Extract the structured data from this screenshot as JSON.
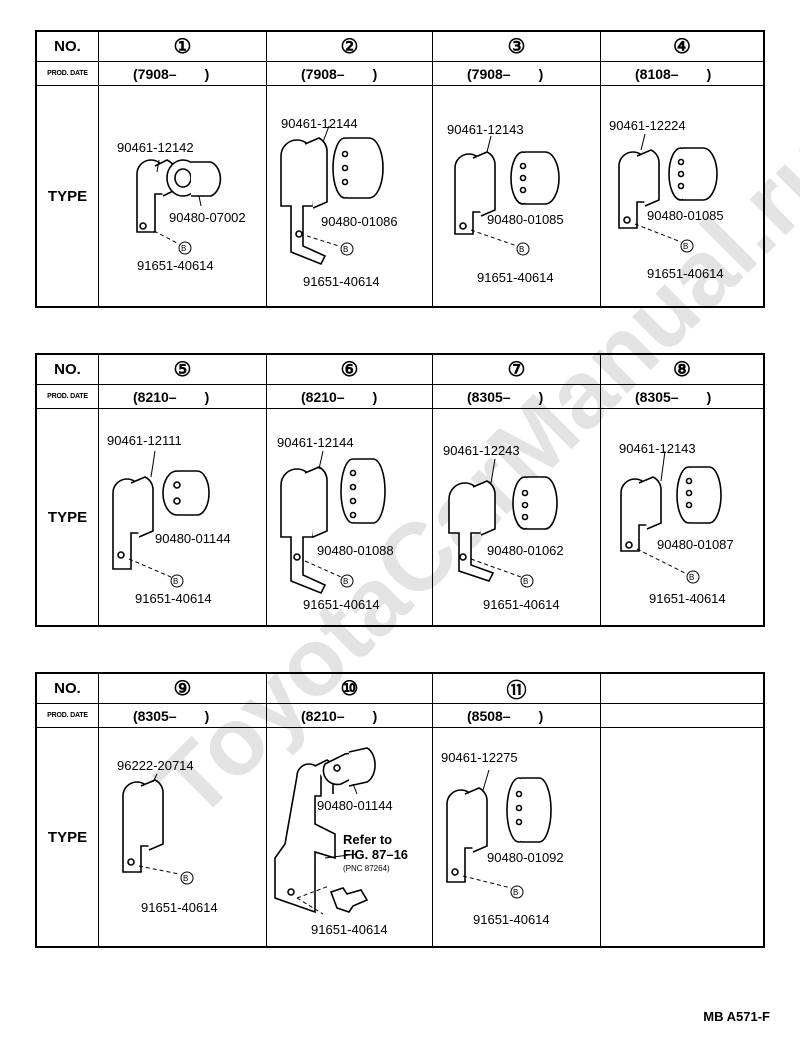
{
  "watermark": "ToyotaCarManual.ru",
  "labels": {
    "no": "NO.",
    "prod_date": "PROD. DATE",
    "type": "TYPE"
  },
  "tables": [
    {
      "items": [
        {
          "num": "①",
          "date": "(7908–　　)",
          "clamp": "90461-12142",
          "cushion": "90480-07002",
          "bolt": "91651-40614"
        },
        {
          "num": "②",
          "date": "(7908–　　)",
          "clamp": "90461-12144",
          "cushion": "90480-01086",
          "bolt": "91651-40614"
        },
        {
          "num": "③",
          "date": "(7908–　　)",
          "clamp": "90461-12143",
          "cushion": "90480-01085",
          "bolt": "91651-40614"
        },
        {
          "num": "④",
          "date": "(8108–　　)",
          "clamp": "90461-12224",
          "cushion": "90480-01085",
          "bolt": "91651-40614"
        }
      ]
    },
    {
      "items": [
        {
          "num": "⑤",
          "date": "(8210–　　)",
          "clamp": "90461-12111",
          "cushion": "90480-01144",
          "bolt": "91651-40614"
        },
        {
          "num": "⑥",
          "date": "(8210–　　)",
          "clamp": "90461-12144",
          "cushion": "90480-01088",
          "bolt": "91651-40614"
        },
        {
          "num": "⑦",
          "date": "(8305–　　)",
          "clamp": "90461-12243",
          "cushion": "90480-01062",
          "bolt": "91651-40614"
        },
        {
          "num": "⑧",
          "date": "(8305–　　)",
          "clamp": "90461-12143",
          "cushion": "90480-01087",
          "bolt": "91651-40614"
        }
      ]
    },
    {
      "items": [
        {
          "num": "⑨",
          "date": "(8305–　　)",
          "clamp": "96222-20714",
          "cushion": "",
          "bolt": "91651-40614"
        },
        {
          "num": "⑩",
          "date": "(8210–　　)",
          "clamp": "",
          "cushion": "90480-01144",
          "bolt": "91651-40614",
          "ref1": "Refer to",
          "ref2": "FIG. 87–16",
          "ref3": "(PNC 87264)"
        },
        {
          "num": "⑪",
          "date": "(8508–　　)",
          "clamp": "90461-12275",
          "cushion": "90480-01092",
          "bolt": "91651-40614"
        },
        {
          "num": "",
          "date": "",
          "clamp": "",
          "cushion": "",
          "bolt": ""
        }
      ]
    }
  ],
  "b_marker": "B",
  "code": "MB A571-F"
}
